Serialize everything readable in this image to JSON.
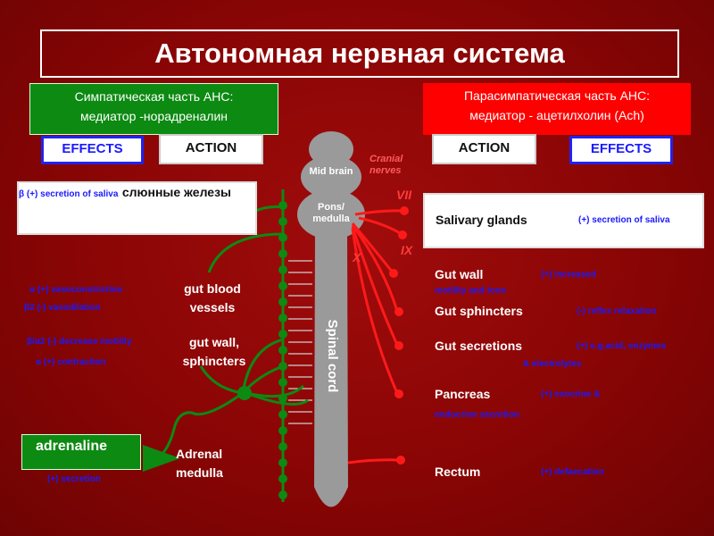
{
  "title": "Автономная нервная система",
  "sympathetic": {
    "line1": "Симпатическая часть АНС:",
    "line2": "медиатор -норадреналин"
  },
  "parasympathetic": {
    "line1": "Парасимпатическая часть АНС:",
    "line2": "медиатор - ацетилхолин (Ach)"
  },
  "headers": {
    "effects_left": "EFFECTS",
    "action_left": "ACTION",
    "action_right": "ACTION",
    "effects_right": "EFFECTS"
  },
  "cord": {
    "midbrain": "Mid brain",
    "pons": "Pons/ medulla",
    "spinal_cord": "Spinal cord"
  },
  "cranial_nerves": {
    "label": "Cranial nerves",
    "vii": "VII",
    "ix": "IX",
    "x": "X"
  },
  "left": {
    "saliva_effect": "β   (+) secretion of saliva",
    "saliva_action": "слюнные железы",
    "vessels_effect1": "α   (+) vasoconstriction",
    "vessels_effect2": "β2  (-) vasodilation",
    "vessels_action": "gut blood vessels",
    "gut_effect1": "β/α2 (-) decrease motility",
    "gut_effect2": "α  (+) contraction",
    "gut_action": "gut wall, sphincters",
    "adrenaline": "adrenaline",
    "adrenal_effect": "(+) secretion",
    "adrenal_action": "Adrenal medulla"
  },
  "right": {
    "salivary": "Salivary glands",
    "salivary_effect": "(+) secretion of saliva",
    "gut_wall": "Gut wall",
    "gut_wall_effect1": "(+) increased",
    "gut_wall_effect2": "motility and tone",
    "gut_sphincters": "Gut sphincters",
    "gut_sphincters_effect": "(-) reflex relaxation",
    "gut_secretions": "Gut secretions",
    "gut_secretions_effect1": "(+) e.g.acid, enzymes",
    "gut_secretions_effect2": "& electrolytes",
    "pancreas": "Pancreas",
    "pancreas_effect1": "(+) exocrine &",
    "pancreas_effect2": "endocrine secretion",
    "rectum": "Rectum",
    "rectum_effect": "(+) defaecation"
  },
  "colors": {
    "background": "#8a0505",
    "green": "#0c8a12",
    "red_box": "#ff0000",
    "nerve_red": "#ff1a1a",
    "nerve_green": "#0c8a12",
    "cord_gray": "#9a9a9a"
  }
}
